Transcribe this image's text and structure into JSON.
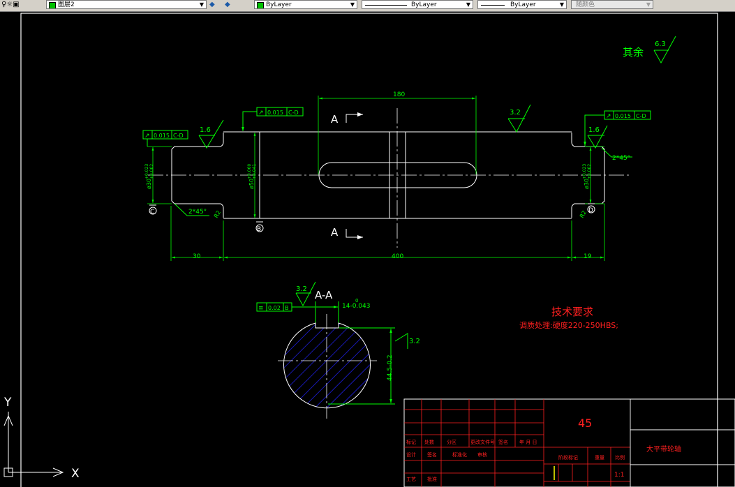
{
  "toolbar": {
    "layer_name": "图层2",
    "color": "ByLayer",
    "linetype": "ByLayer",
    "lineweight": "ByLayer",
    "plotstyle": "随颜色"
  },
  "ucs": {
    "x_label": "X",
    "y_label": "Y"
  },
  "drawing": {
    "roughness_note_label": "其余",
    "roughness_general": "6.3",
    "roughness_1": "3.2",
    "roughness_2": "1.6",
    "roughness_3": "1.6",
    "roughness_section_1": "3.2",
    "roughness_section_2": "3.2",
    "tol_runout_1": "0.015",
    "tol_runout_2": "0.015",
    "tol_runout_3": "0.015",
    "datum_cd": "C-D",
    "tol_sym_value": "0.02",
    "tol_sym_datum": "B",
    "dim_180": "180",
    "dim_400": "400",
    "dim_30": "30",
    "dim_19": "19",
    "chamfer_left": "2*45°",
    "chamfer_right": "2*45°",
    "radius_left": "R2",
    "radius_right": "R2",
    "dia_left": "ø30",
    "dia_mid": "ø50",
    "dia_right": "ø30",
    "dia_left_upper": "+0.023",
    "dia_left_lower": "+0.002",
    "dia_mid_upper": "+0.060",
    "dia_mid_lower": "+0.041",
    "dia_right_upper": "+0.023",
    "dia_right_lower": "+0.002",
    "datum_c": "C",
    "datum_d": "D",
    "datum_b": "B",
    "section_mark": "A",
    "section_title": "A-A",
    "keyway_dim": "14-0.043",
    "keyway_dim_upper": "0",
    "depth_dim": "44.5-0.2",
    "tech_title": "技术要求",
    "tech_note": "调质处理:硬度220-250HBS;"
  },
  "title_block": {
    "material": "45",
    "part_name": "大平带轮轴",
    "scale": "1:1",
    "labels": [
      "标记",
      "处数",
      "分区",
      "更改文件号",
      "签名",
      "年 月 日",
      "设计",
      "签名",
      "标准化",
      "审核",
      "工艺",
      "批准"
    ],
    "right_labels": [
      "阶段标记",
      "重量",
      "比例"
    ]
  }
}
